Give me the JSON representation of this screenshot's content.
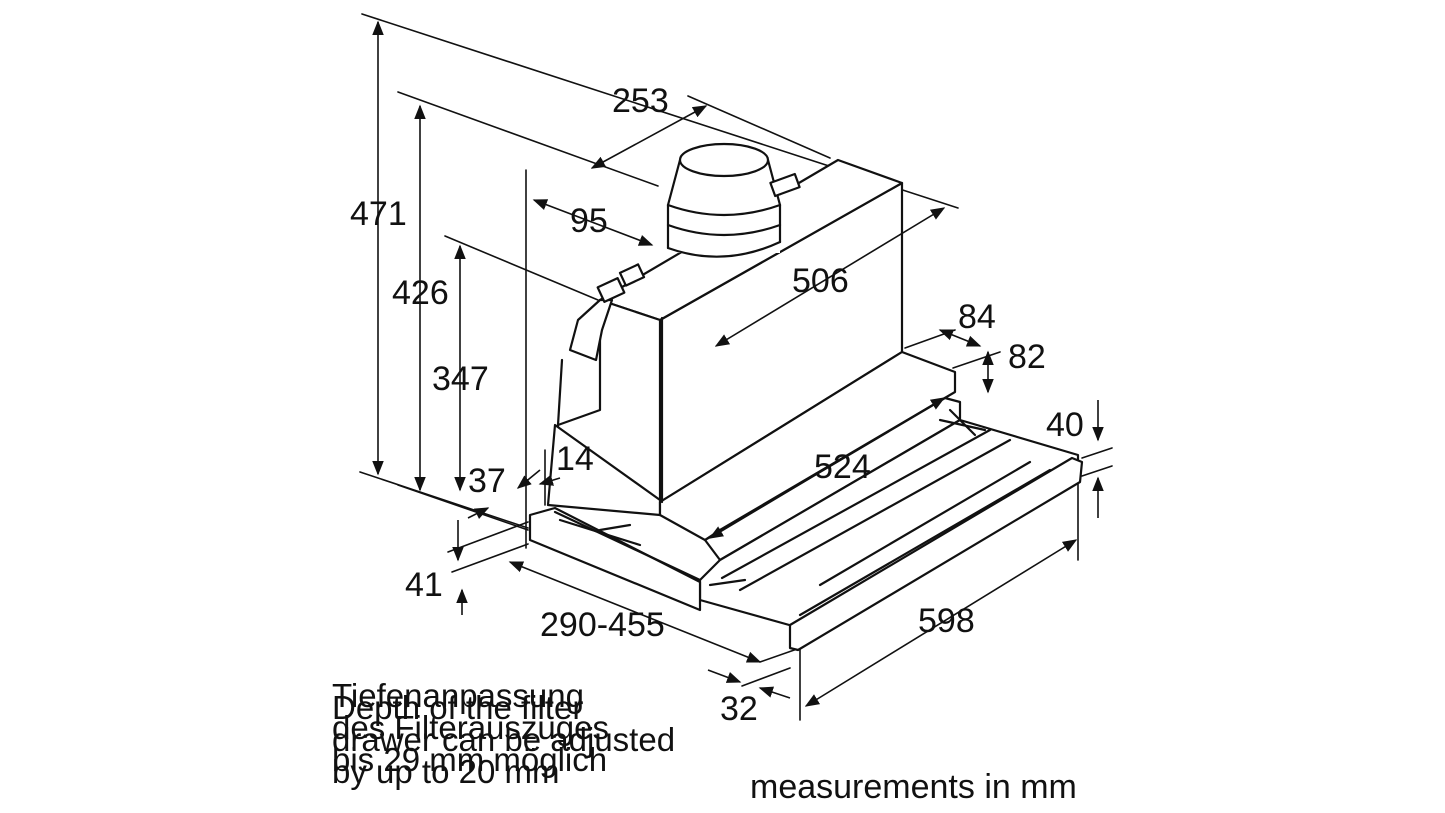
{
  "dimensions": {
    "d471": "471",
    "d426": "426",
    "d347": "347",
    "d253": "253",
    "d95": "95",
    "d506": "506",
    "d84": "84",
    "d82": "82",
    "d40": "40",
    "d524": "524",
    "d14": "14",
    "d37": "37",
    "d41": "41",
    "d290_455": "290-455",
    "d598": "598",
    "d32": "32"
  },
  "notes": {
    "german": "Tiefenanpassung\ndes Filterauszuges\nbis 29 mm möglich",
    "english": "Depth of the filter\ndrawer can be adjusted\nby up to 20 mm",
    "units": "measurements in mm"
  }
}
